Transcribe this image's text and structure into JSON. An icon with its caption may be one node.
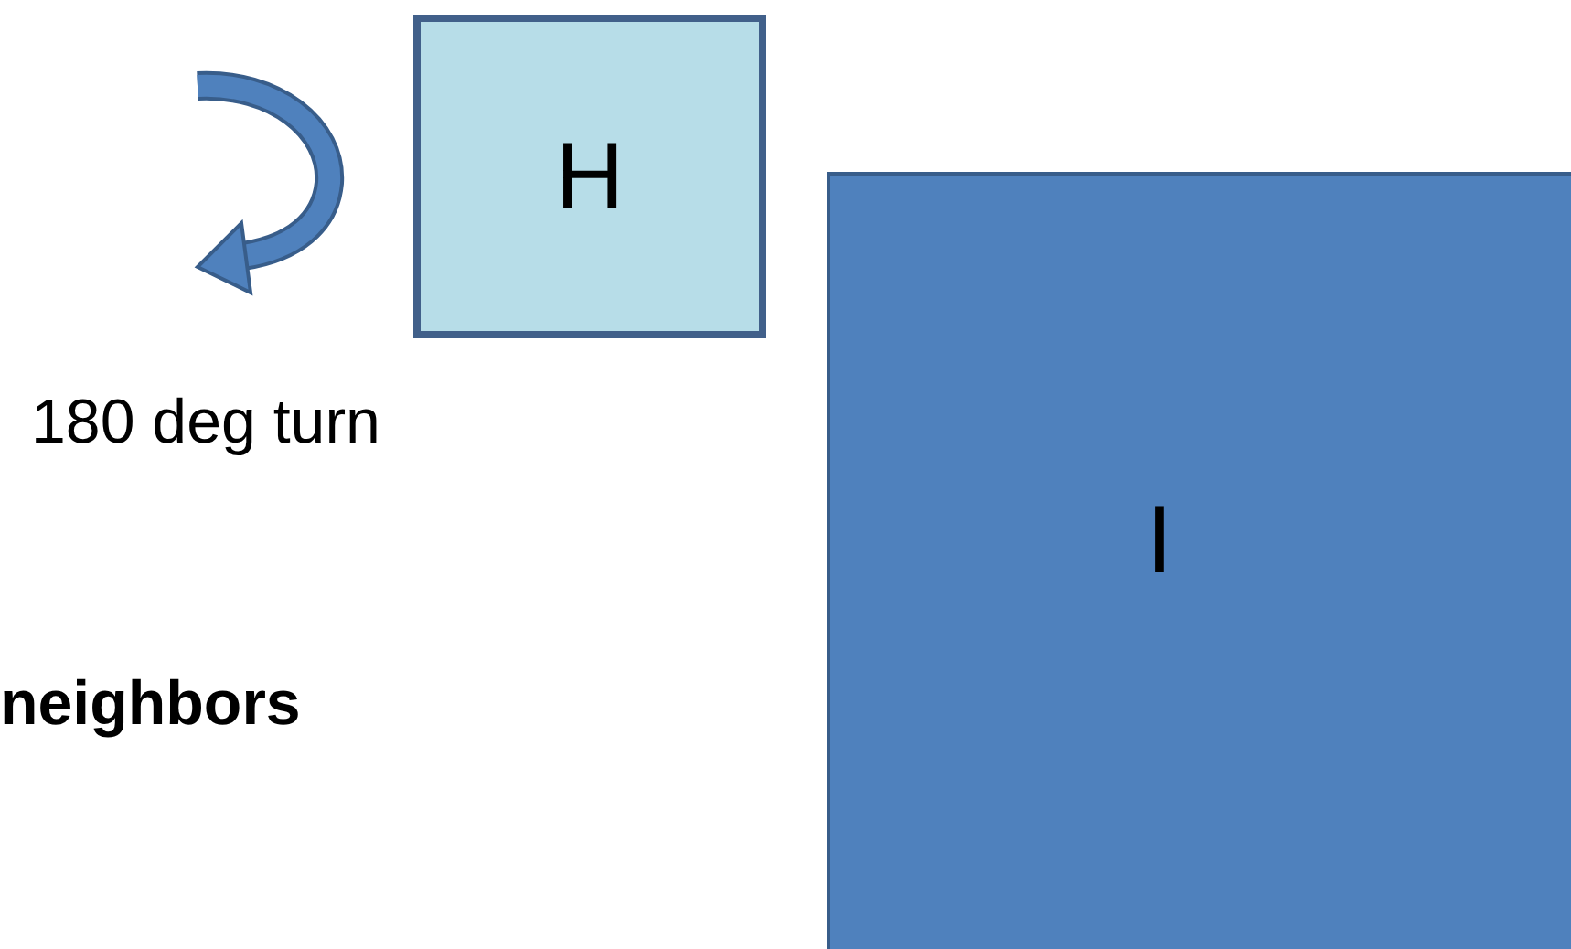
{
  "diagram": {
    "nodes": [
      {
        "text": [
          "H"
        ]
      },
      {
        "text": [
          "I"
        ]
      }
    ],
    "labels": [
      "180 deg turn",
      "neighbors"
    ]
  }
}
